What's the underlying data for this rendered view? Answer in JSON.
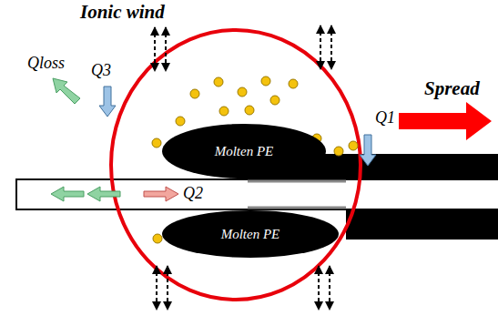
{
  "diagram": {
    "nodes": [
      {
        "text": [
          "Molten PE"
        ]
      },
      {
        "text": [
          "Molten PE"
        ]
      }
    ],
    "labels": [
      "Ionic wind",
      "Qloss",
      "Q3",
      "Q1",
      "Spread",
      "Q2"
    ]
  }
}
